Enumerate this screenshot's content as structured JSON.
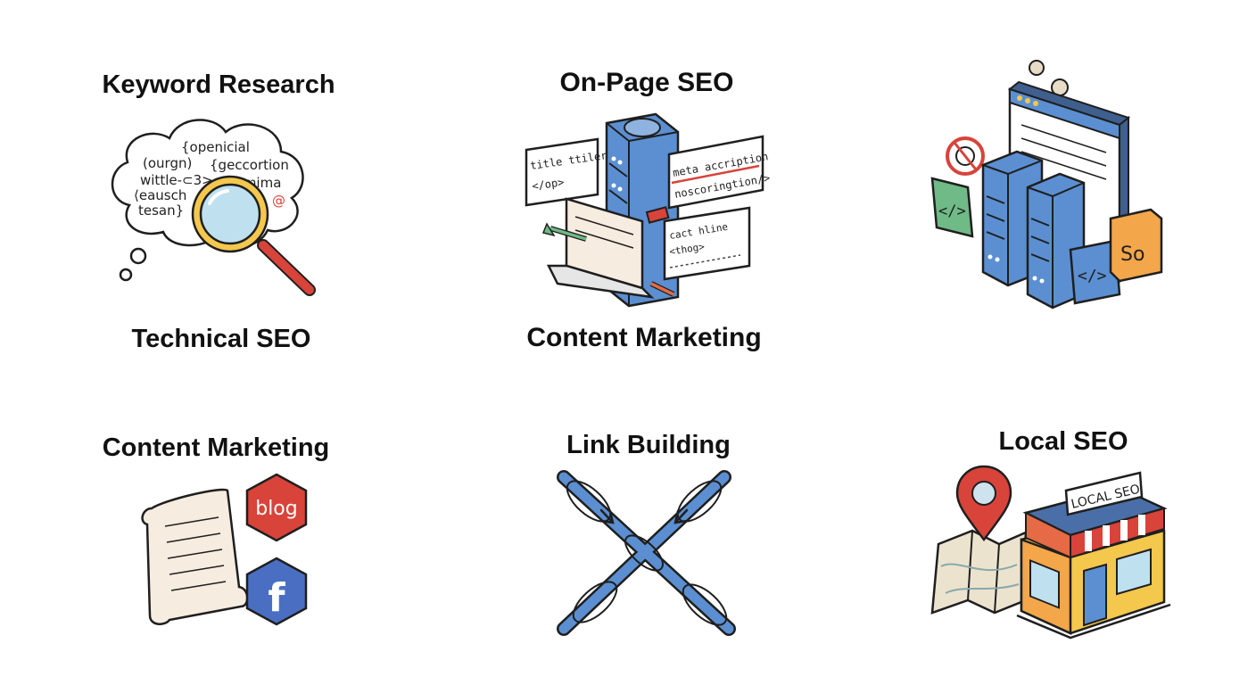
{
  "titles": {
    "keyword_research": "Keyword Research",
    "on_page_seo": "On-Page SEO",
    "technical_seo": "Technical SEO",
    "content_marketing_top": "Content Marketing",
    "content_marketing": "Content Marketing",
    "link_building": "Link Building",
    "local_seo": "Local SEO"
  },
  "keyword_bubble": {
    "line1": "{openicial",
    "line2": "(ourgn)",
    "line3": "{geccortion",
    "line4": "wittle-⊂3>",
    "line5": "smima",
    "line6": "⟨eausch",
    "line7": "tesan}",
    "at": "@"
  },
  "onpage_cards": {
    "card1_line1": "title ttiler",
    "card1_line2": "</op>",
    "card2_line1": "meta accription",
    "card2_line2": "noscoringtion/>",
    "card3_line1": "cact hline",
    "card3_line2": "<thog>"
  },
  "technical_tiles": {
    "code_left": "</>",
    "code_right": "</>",
    "so_badge": "So"
  },
  "content_badges": {
    "blog": "blog",
    "facebook": "f"
  },
  "local_sign": "LOCAL SEO",
  "colors": {
    "blue": "#5b8fd1",
    "dark_blue": "#3f5f8f",
    "red": "#d8433a",
    "orange": "#f3a64a",
    "yellow": "#f4c74d",
    "green": "#6fba86",
    "outline": "#1f1f1f"
  }
}
